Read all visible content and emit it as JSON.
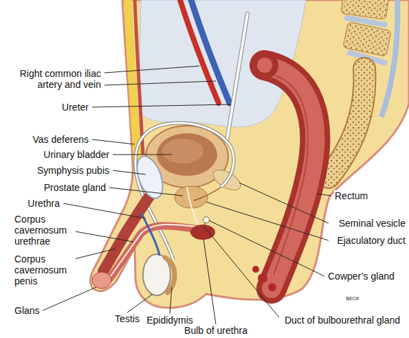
{
  "diagram": {
    "labels": [
      "Right common iliac artery and vein",
      "Ureter",
      "Vas deferens",
      "Urinary bladder",
      "Symphysis pubis",
      "Prostate gland",
      "Urethra",
      "Corpus cavernosum urethrae",
      "Corpus cavernosum penis",
      "Glans",
      "Rectum",
      "Seminal vesicle",
      "Ejaculatory duct",
      "Cowper’s gland",
      "Testis",
      "Epididymis",
      "Bulb of urethra",
      "Duct of bulbourethral gland",
      "BECK"
    ]
  }
}
